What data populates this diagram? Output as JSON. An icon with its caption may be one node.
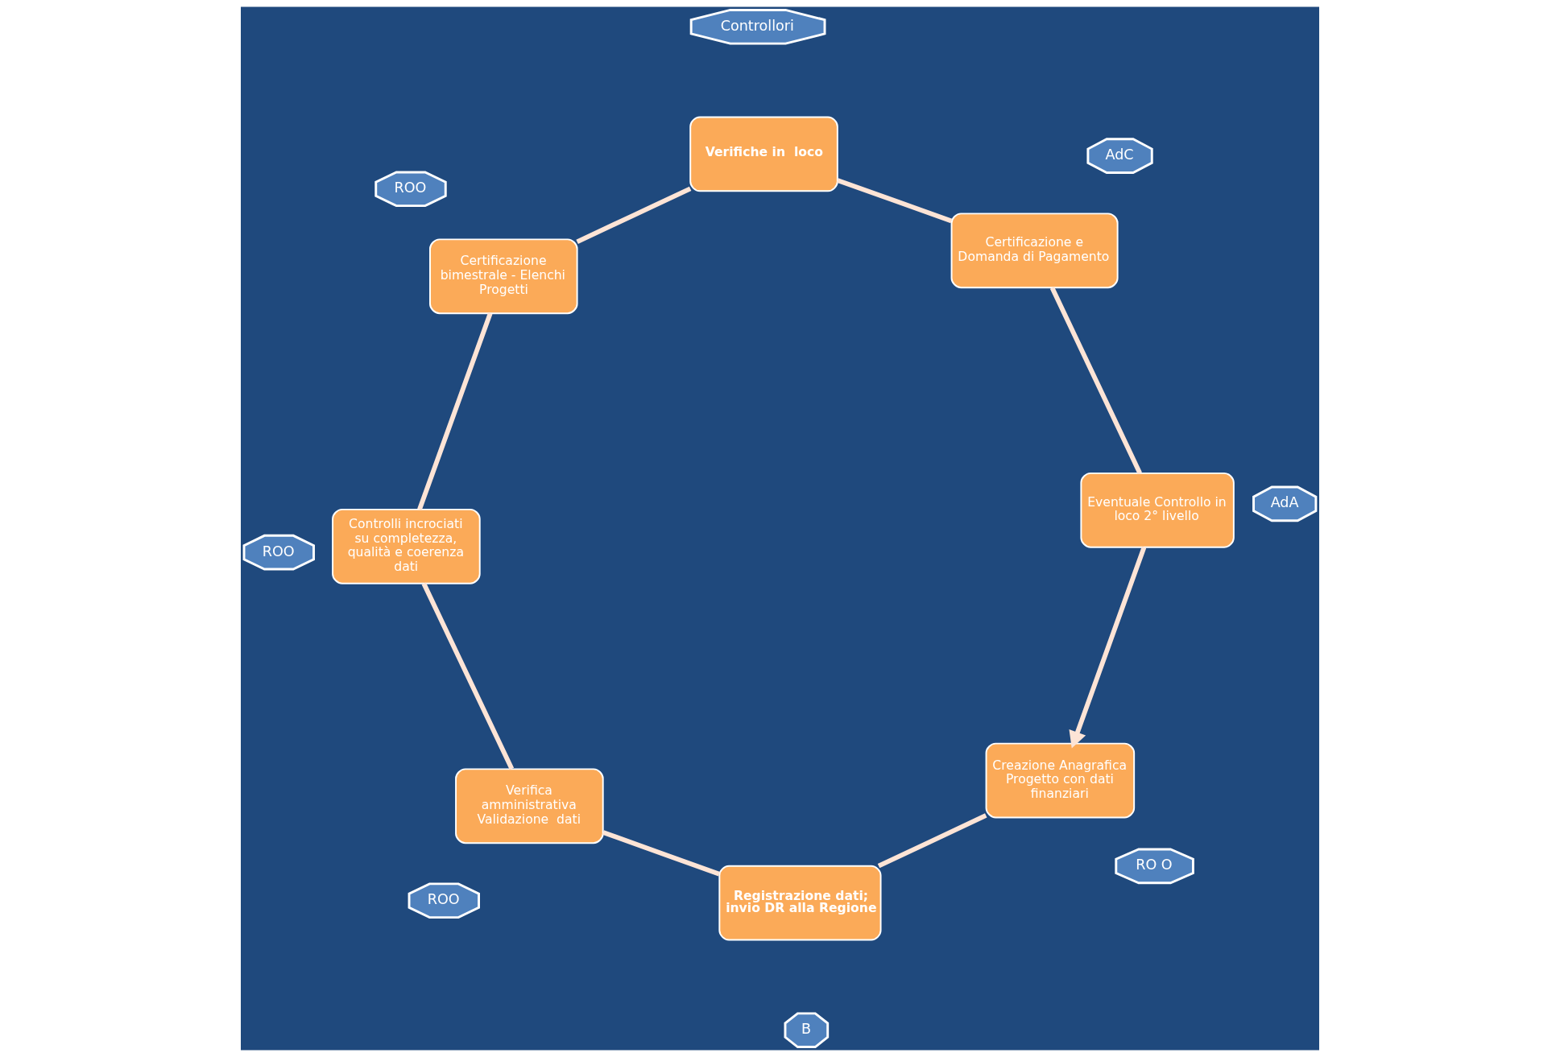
{
  "diagram": {
    "nodes": [
      {
        "text": [
          "Creazione Anagrafica Progetto con dati finanziari"
        ]
      },
      {
        "text": [
          "Registrazione dati; invio DR alla Regione"
        ]
      },
      {
        "text": [
          "Verifica amministrativa Validazione  dati"
        ]
      },
      {
        "text": [
          "Controlli incrociati su completezza, qualità e coerenza dati"
        ]
      },
      {
        "text": [
          "Certificazione bimestrale - Elenchi Progetti"
        ]
      },
      {
        "text": [
          "Verifiche in  loco"
        ]
      },
      {
        "text": [
          "Certificazione e Domanda di Pagamento"
        ]
      },
      {
        "text": [
          "Eventuale Controllo in loco 2° livello"
        ]
      },
      {
        "text": [
          "RO O"
        ]
      },
      {
        "text": [
          "B"
        ]
      },
      {
        "text": [
          "ROO"
        ]
      },
      {
        "text": [
          "ROO"
        ]
      },
      {
        "text": [
          "ROO"
        ]
      },
      {
        "text": [
          "AdA"
        ]
      },
      {
        "text": [
          "AdC"
        ]
      },
      {
        "text": [
          "Controllori"
        ]
      }
    ],
    "edges": [
      {
        "from": 0,
        "to": 1,
        "arrow": "none"
      },
      {
        "from": 1,
        "to": 2,
        "arrow": "none"
      },
      {
        "from": 2,
        "to": 3,
        "arrow": "none"
      },
      {
        "from": 3,
        "to": 4,
        "arrow": "none"
      },
      {
        "from": 4,
        "to": 5,
        "arrow": "none"
      },
      {
        "from": 5,
        "to": 6,
        "arrow": "none"
      },
      {
        "from": 6,
        "to": 7,
        "arrow": "none"
      },
      {
        "from": 7,
        "to": 0,
        "arrow": "to"
      }
    ]
  }
}
